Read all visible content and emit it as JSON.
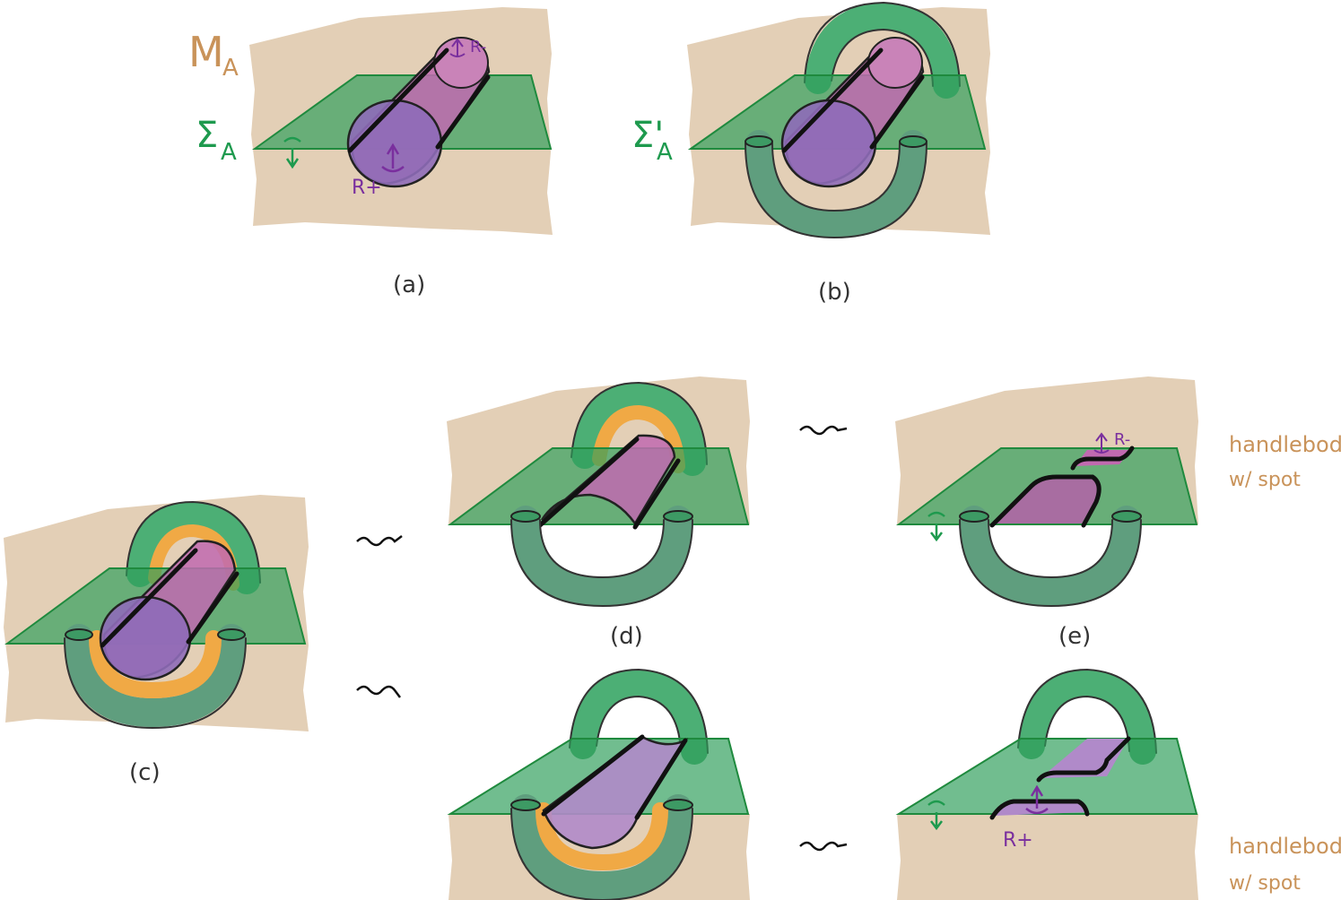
{
  "labels": {
    "manifold": "M",
    "manifold_sub": "A",
    "surface_a": "Σ",
    "surface_a_sub": "A",
    "surface_b": "Σ'",
    "surface_b_sub": "A",
    "r_minus": "R-",
    "r_plus": "R+",
    "handlebody_1": "handlebody",
    "handlebody_1b": "w/ spot",
    "handlebody_2": "handlebody",
    "handlebody_2b": "w/ spot"
  },
  "captions": {
    "a": "(a)",
    "b": "(b)",
    "c": "(c)",
    "d": "(d)",
    "e": "(e)"
  },
  "colors": {
    "background_region": "#e3cfb6",
    "plane": "#2e9e5a",
    "tube": "#5f9e7e",
    "orange_layer": "#f0a945",
    "purple": "#9a6bbd",
    "magenta": "#c16ab0"
  }
}
